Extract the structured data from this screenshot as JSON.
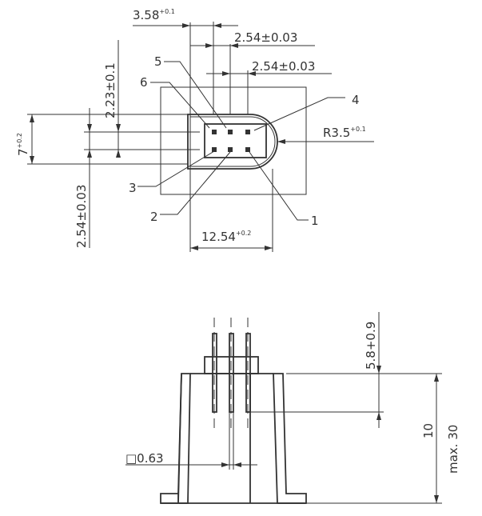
{
  "top_view": {
    "dim_358": {
      "value": "3.58",
      "tol": "+0.1"
    },
    "dim_254_a": "2.54±0.03",
    "dim_254_b": "2.54±0.03",
    "dim_223": "2.23±0.1",
    "dim_7": {
      "value": "7",
      "tol": "+0.2"
    },
    "dim_254_v": "2.54±0.03",
    "dim_r35": {
      "value": "R3.5",
      "tol": "+0.1"
    },
    "dim_1254": {
      "value": "12.54",
      "tol": "+0.2"
    },
    "pin_labels": [
      "1",
      "2",
      "3",
      "4",
      "5",
      "6"
    ]
  },
  "side_view": {
    "dim_063": "□0.63",
    "dim_58": "5.8+0.9",
    "dim_10": "10",
    "dim_max": "max. 30"
  }
}
